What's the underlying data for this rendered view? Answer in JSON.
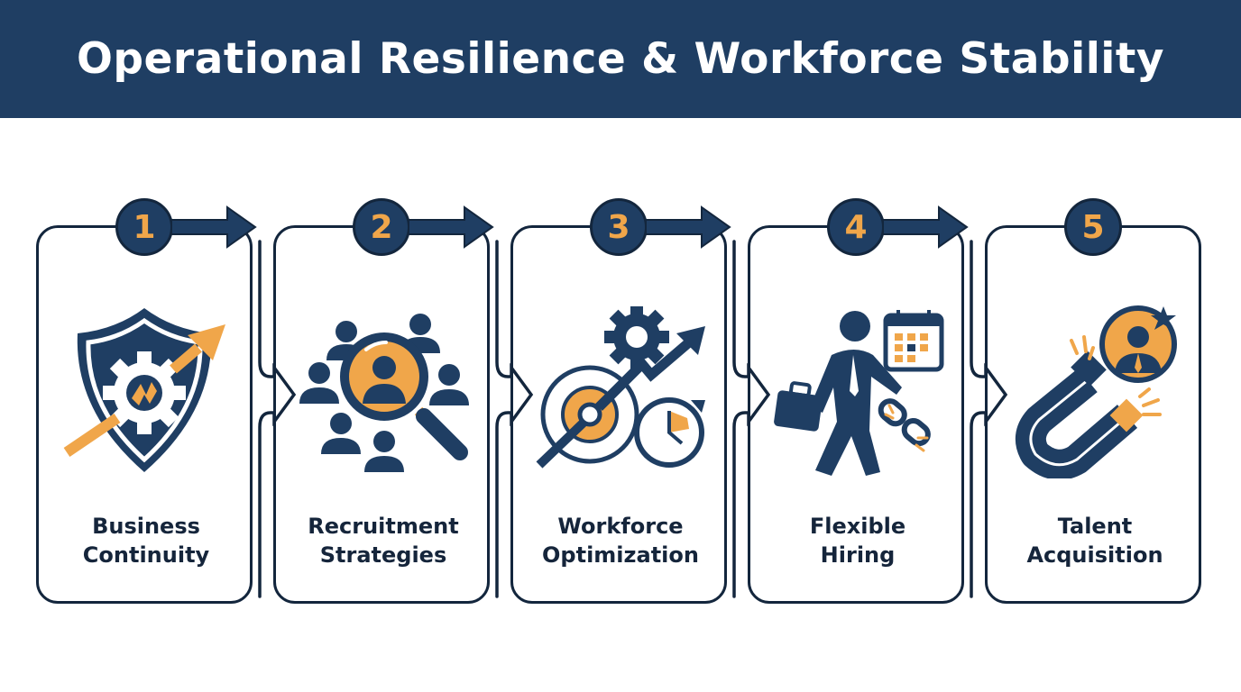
{
  "header": {
    "title": "Operational Resilience & Workforce Stability"
  },
  "colors": {
    "navy": "#1f3e63",
    "navy_dark": "#13263d",
    "orange": "#f0a64a",
    "background": "#ffffff"
  },
  "steps": [
    {
      "number": "1",
      "label_line1": "Business",
      "label_line2": "Continuity",
      "icon": "shield-gear-growth-icon"
    },
    {
      "number": "2",
      "label_line1": "Recruitment",
      "label_line2": "Strategies",
      "icon": "magnifier-people-icon"
    },
    {
      "number": "3",
      "label_line1": "Workforce",
      "label_line2": "Optimization",
      "icon": "gears-growth-clock-icon"
    },
    {
      "number": "4",
      "label_line1": "Flexible",
      "label_line2": "Hiring",
      "icon": "walking-worker-calendar-icon"
    },
    {
      "number": "5",
      "label_line1": "Talent",
      "label_line2": "Acquisition",
      "icon": "magnet-talent-icon"
    }
  ]
}
